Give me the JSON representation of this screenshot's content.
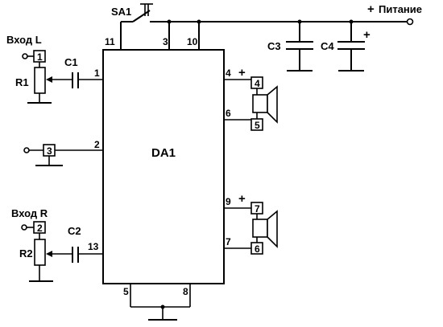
{
  "labels": {
    "switch": "SA1",
    "power": "Питание",
    "power_sign": "+",
    "input_left": "Вход L",
    "input_right": "Вход R",
    "ic": "DA1",
    "c1": "C1",
    "c2": "C2",
    "c3": "C3",
    "c4": "C4",
    "r1": "R1",
    "r2": "R2",
    "plus": "+"
  },
  "ic_pins": {
    "p1": "1",
    "p2": "2",
    "p3": "3",
    "p4": "4",
    "p5": "5",
    "p6": "6",
    "p7": "7",
    "p8": "8",
    "p9": "9",
    "p10": "10",
    "p11": "11",
    "p13": "13"
  },
  "connectors": {
    "in_l": "1",
    "in_r": "2",
    "mid": "3",
    "sp1_a": "4",
    "sp1_b": "5",
    "sp2_a": "7",
    "sp2_b": "6"
  }
}
